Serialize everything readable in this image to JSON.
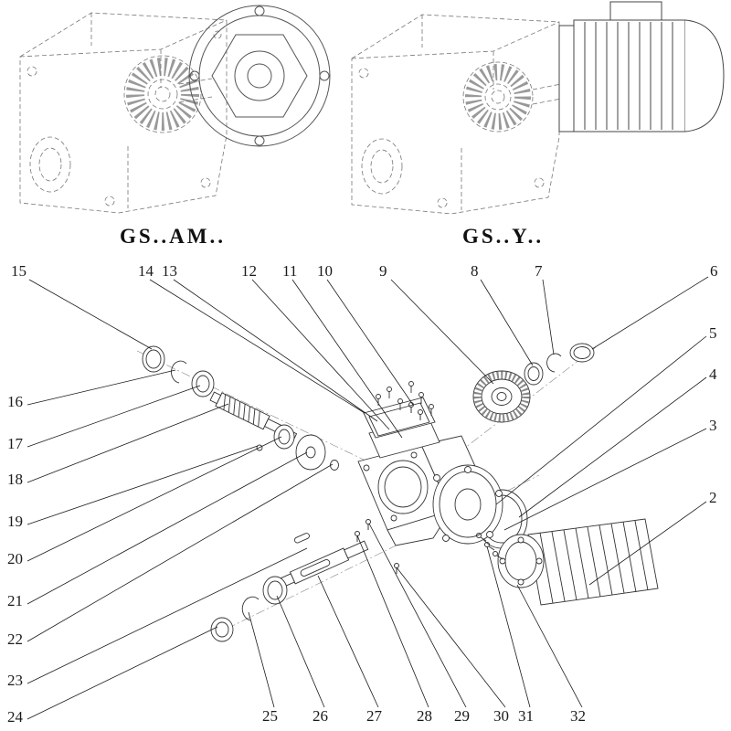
{
  "variants": [
    {
      "label": "GS..AM.."
    },
    {
      "label": "GS..Y.."
    }
  ],
  "callouts": {
    "top": [
      "15",
      "14",
      "13",
      "12",
      "11",
      "10",
      "9",
      "8",
      "7",
      "6"
    ],
    "right": [
      "5",
      "4",
      "3",
      "2"
    ],
    "left": [
      "16",
      "17",
      "18",
      "19",
      "20",
      "21",
      "22",
      "23",
      "24"
    ],
    "bottom": [
      "25",
      "26",
      "27",
      "28",
      "29",
      "30",
      "31",
      "32"
    ]
  }
}
